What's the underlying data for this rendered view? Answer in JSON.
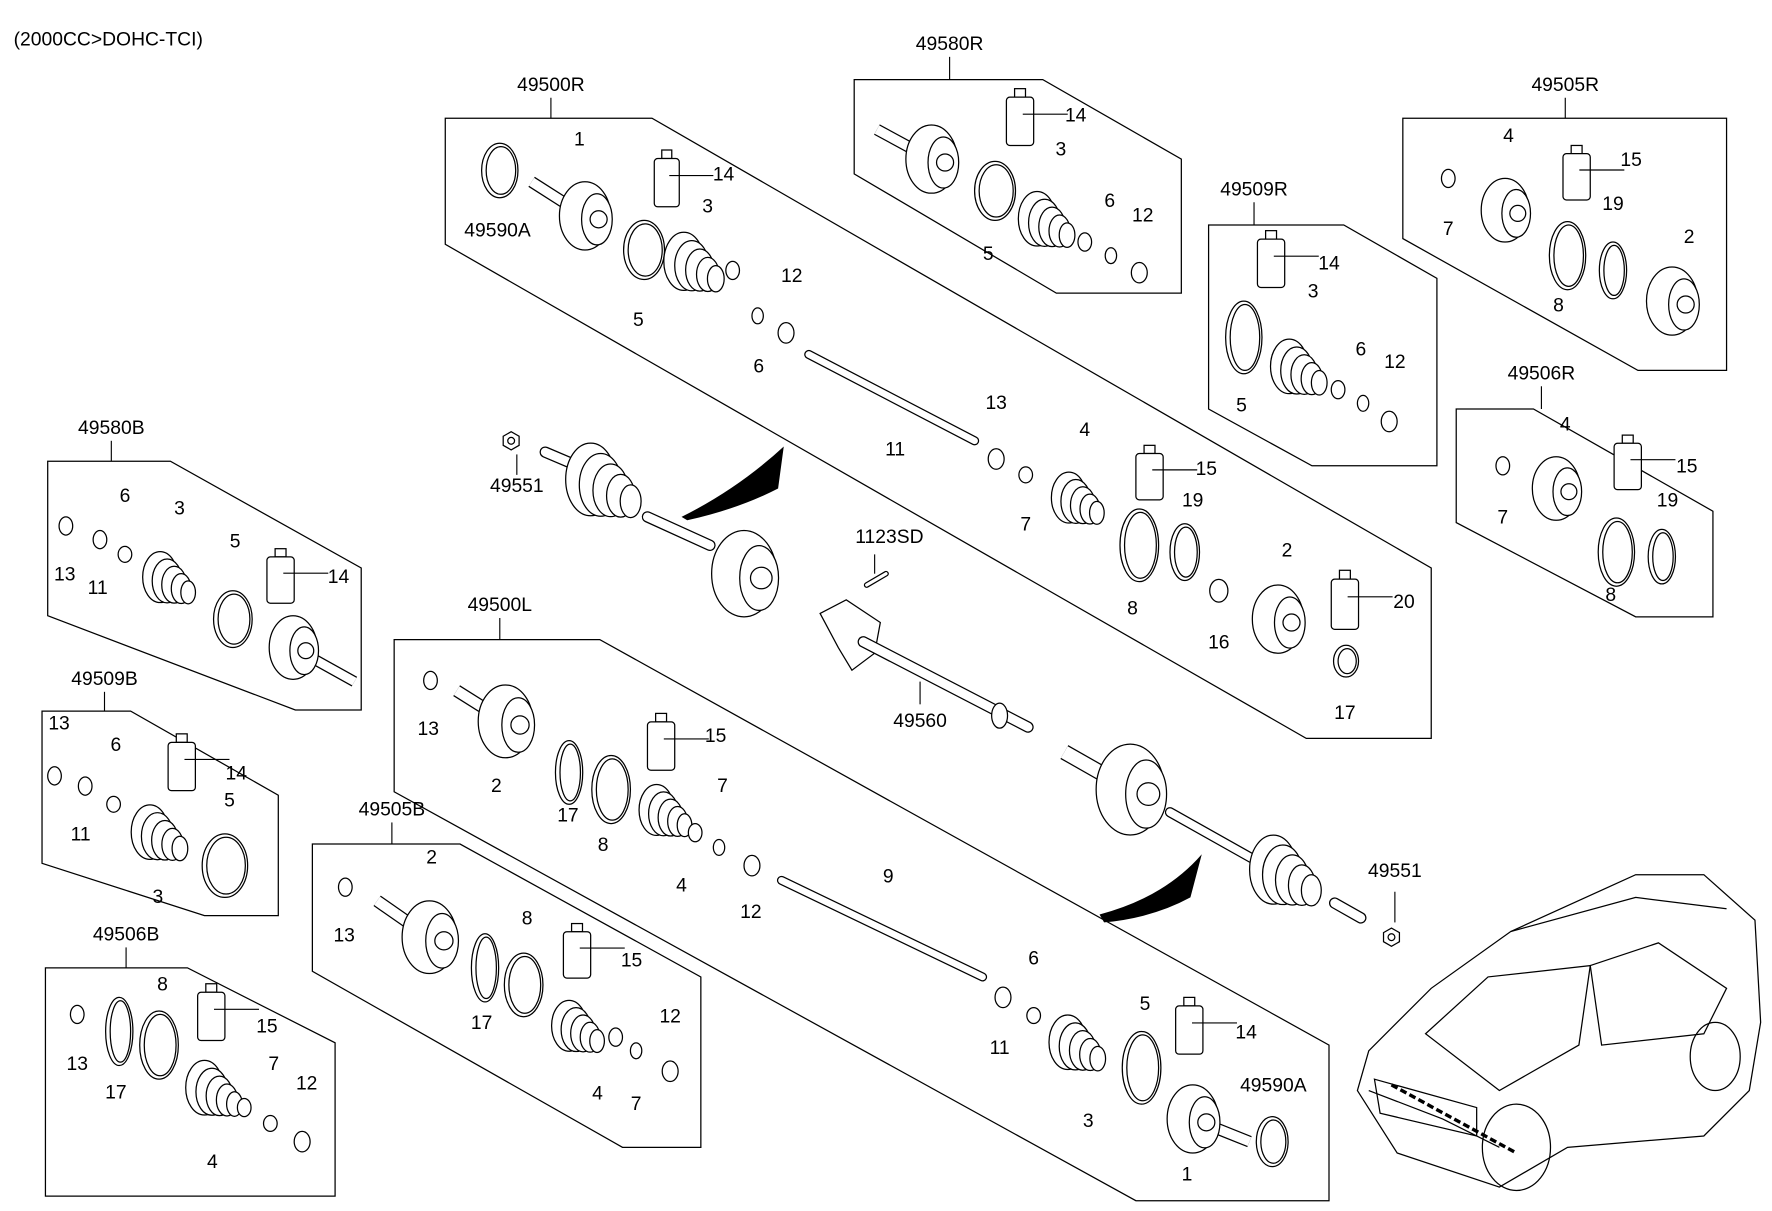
{
  "title": "(2000CC>DOHC-TCI)",
  "groups": [
    {
      "id": "49500R",
      "labels": [
        "1",
        "14",
        "3",
        "12",
        "5",
        "6",
        "49590A",
        "11",
        "13",
        "4",
        "15",
        "7",
        "19",
        "2",
        "8",
        "20",
        "16",
        "17"
      ]
    },
    {
      "id": "49580R",
      "labels": [
        "14",
        "3",
        "6",
        "12",
        "5"
      ]
    },
    {
      "id": "49505R",
      "labels": [
        "4",
        "15",
        "7",
        "19",
        "2",
        "8"
      ]
    },
    {
      "id": "49509R",
      "labels": [
        "14",
        "3",
        "6",
        "12",
        "5"
      ]
    },
    {
      "id": "49506R",
      "labels": [
        "4",
        "15",
        "7",
        "19",
        "8"
      ]
    },
    {
      "id": "49580B",
      "labels": [
        "6",
        "3",
        "5",
        "14",
        "13",
        "11"
      ]
    },
    {
      "id": "49509B",
      "labels": [
        "13",
        "6",
        "14",
        "5",
        "11",
        "3"
      ]
    },
    {
      "id": "49506B",
      "labels": [
        "8",
        "15",
        "13",
        "17",
        "7",
        "12",
        "4"
      ]
    },
    {
      "id": "49505B",
      "labels": [
        "2",
        "8",
        "15",
        "13",
        "17",
        "12",
        "4",
        "7"
      ]
    },
    {
      "id": "49500L",
      "labels": [
        "13",
        "15",
        "2",
        "17",
        "7",
        "8",
        "4",
        "12",
        "9",
        "6",
        "11",
        "5",
        "14",
        "3",
        "1",
        "49590A"
      ]
    }
  ],
  "loose_labels": [
    "49551",
    "1123SD",
    "49560",
    "49551"
  ],
  "colors": {
    "line": "#000000",
    "background": "#ffffff"
  }
}
